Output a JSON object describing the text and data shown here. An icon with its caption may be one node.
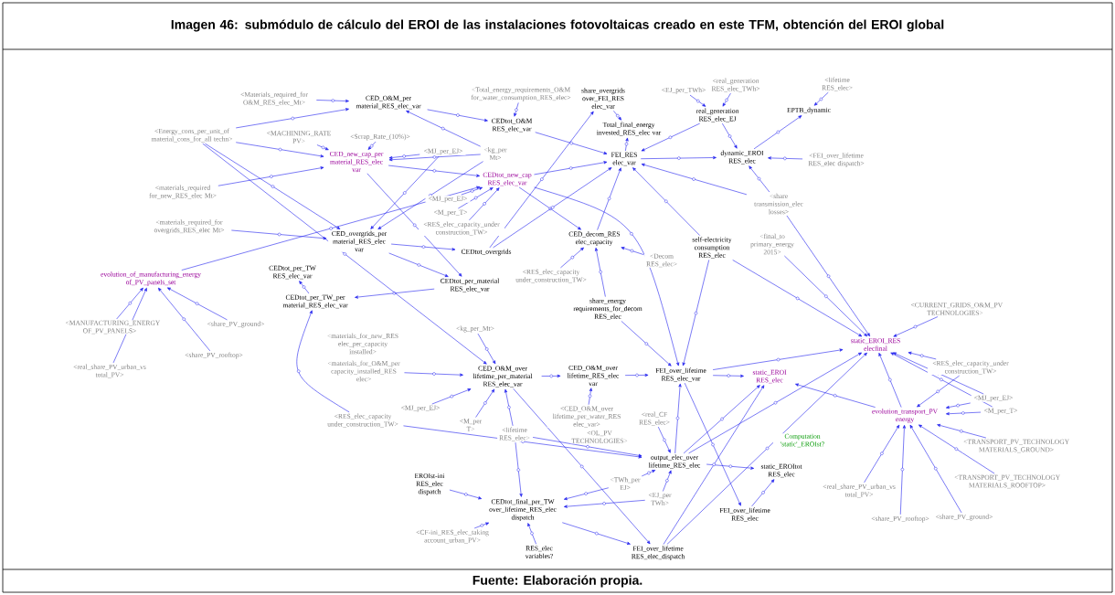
{
  "diagram": {
    "title": "Imagen  46: submódulo de cálculo del EROI de las instalaciones fotovoltaicas creado en este TFM, obtención del EROI global",
    "caption": "Fuente: Elaboración propia.",
    "nodes": [
      {
        "text": [
          "<Materials_required_for O&M_RES_elec_Mt>"
        ]
      },
      {
        "text": [
          "CED_O&M_per material_RES_elec_var"
        ]
      },
      {
        "text": [
          "<Total_energy_requirements_O&M for_water_consumption_RES_elec>"
        ]
      },
      {
        "text": [
          "share_overgrids over_FEI_RES elec_var"
        ]
      },
      {
        "text": [
          "<EJ_per_TWh>"
        ]
      },
      {
        "text": [
          "<real_generation RES_elec_TWh>"
        ]
      },
      {
        "text": [
          "<lifetime RES_elec>"
        ]
      },
      {
        "text": [
          "Total_final_energy invested_RES_elec var"
        ]
      },
      {
        "text": [
          "real_generation RES_elec_EJ"
        ]
      },
      {
        "text": [
          "EPTB_dynamic"
        ]
      },
      {
        "text": [
          "CEDtot_O&M RES_elec_var"
        ]
      },
      {
        "text": [
          "<Energy_cons_per_unit_of material_cons_for_all techn>"
        ]
      },
      {
        "text": [
          "<MACHINING_RATE PV>"
        ]
      },
      {
        "text": [
          "<Scrap_Rate_(10%)>"
        ]
      },
      {
        "text": [
          "<MJ_per_EJ>"
        ]
      },
      {
        "text": [
          "<kg_per Mt>"
        ]
      },
      {
        "text": [
          "CED_new_cap_per material_RES_elec var"
        ]
      },
      {
        "text": [
          "FEI_RES elec_var"
        ]
      },
      {
        "text": [
          "dynamic_EROI RES_elec"
        ]
      },
      {
        "text": [
          "<FEI_over_lifetime RES_elec dispatch>"
        ]
      },
      {
        "text": [
          "CEDtot_new_cap RES_elec_var"
        ]
      },
      {
        "text": [
          "<materials_required for_new_RES_elec Mt>"
        ]
      },
      {
        "text": [
          "<MJ_per_EJ>"
        ]
      },
      {
        "text": [
          "<M_per_T>"
        ]
      },
      {
        "text": [
          "<RES_elec_capacity_under construction_TW>"
        ]
      },
      {
        "text": [
          "<share transmission_elec losses>"
        ]
      },
      {
        "text": [
          "<materials_required_for overgrids_RES_elec Mt>"
        ]
      },
      {
        "text": [
          "CED_overgrids_per material_RES_elec var"
        ]
      },
      {
        "text": [
          "CEDtot_overgrids"
        ]
      },
      {
        "text": [
          "CED_decom_RES elec_capacity"
        ]
      },
      {
        "text": [
          "self-electricity consumption RES_elec"
        ]
      },
      {
        "text": [
          "<final_to primary_energy 2015>"
        ]
      },
      {
        "text": [
          "<Decom RES_elec>"
        ]
      },
      {
        "text": [
          "<RES_elec_capacity under_construction_TW>"
        ]
      },
      {
        "text": [
          "evolution_of_manufacturing_energy of_PV_panels_set"
        ]
      },
      {
        "text": [
          "CEDtot_per_TW RES_elec_var"
        ]
      },
      {
        "text": [
          "CEDtot_per_TW_per material_RES_elec_var"
        ]
      },
      {
        "text": [
          "CEDtot_per_material RES_elec_var"
        ]
      },
      {
        "text": [
          "share_energy requirements_for_decom RES_elec"
        ]
      },
      {
        "text": [
          "<MANUFACTURING_ENERGY OF_PV_PANELS>"
        ]
      },
      {
        "text": [
          "<share_PV_ground>"
        ]
      },
      {
        "text": [
          "<kg_per_Mt>"
        ]
      },
      {
        "text": [
          "<materials_for_new_RES elec_per_capacity installed>"
        ]
      },
      {
        "text": [
          "static_EROI_RES elecfinal"
        ]
      },
      {
        "text": [
          "<CURRENT_GRIDS_O&M_PV TECHNOLOGIES>"
        ]
      },
      {
        "text": [
          "<share_PV_rooftop>"
        ]
      },
      {
        "text": [
          "<real_share_PV_urban_vs total_PV>"
        ]
      },
      {
        "text": [
          "<materials_for_O&M_per capacity_installed_RES elec>"
        ]
      },
      {
        "text": [
          "CED_O&M_over lifetime_per_material RES_elec_var"
        ]
      },
      {
        "text": [
          "CED_O&M_over lifetime_RES_elec var"
        ]
      },
      {
        "text": [
          "FEI_over_lifetime RES_elec_var"
        ]
      },
      {
        "text": [
          "static_EROI RES_elec"
        ]
      },
      {
        "text": [
          "<RES_elec_capacity_under construction_TW>"
        ]
      },
      {
        "text": [
          "<MJ_per_EJ>"
        ]
      },
      {
        "text": [
          "<CED_O&M_over lifetime_per_water_RES elec_var>"
        ]
      },
      {
        "text": [
          "<MJ_per_EJ>"
        ]
      },
      {
        "text": [
          "<M_per_T>"
        ]
      },
      {
        "text": [
          "evolution_transport_PV energy"
        ]
      },
      {
        "text": [
          "<RES_elec_capacity under_construction_TW>"
        ]
      },
      {
        "text": [
          "<M_per T>"
        ]
      },
      {
        "text": [
          "<lifetime RES_elec>"
        ]
      },
      {
        "text": [
          "<OL_PV TECHNOLOGIES>"
        ]
      },
      {
        "text": [
          "<real_CF RES_elec>"
        ]
      },
      {
        "text": [
          "Computation 'static'_EROIst?"
        ]
      },
      {
        "text": [
          "<TRANSPORT_PV_TECHNOLOGY MATERIALS_GROUND>"
        ]
      },
      {
        "text": [
          "output_elec_over lifetime_RES_elec"
        ]
      },
      {
        "text": [
          "static_EROItot RES_elec"
        ]
      },
      {
        "text": [
          "<TRANSPORT_PV_TECHNOLOGY MATERIALS_ROOFTOP>"
        ]
      },
      {
        "text": [
          "EROIst-ini RES_elec dispatch"
        ]
      },
      {
        "text": [
          "<TWh_per EJ>"
        ]
      },
      {
        "text": [
          "<real_share_PV_urban_vs total_PV>"
        ]
      },
      {
        "text": [
          "<EJ_per TWh>"
        ]
      },
      {
        "text": [
          "CEDtot_final_per_TW over_lifetime_RES_elec dispatch"
        ]
      },
      {
        "text": [
          "FEI_over_lifetime RES_elec"
        ]
      },
      {
        "text": [
          "<share_PV_rooftop>"
        ]
      },
      {
        "text": [
          "<share_PV_ground>"
        ]
      },
      {
        "text": [
          "<CF-ini_RES_elec_taking account_urban_PV>"
        ]
      },
      {
        "text": [
          "FEI_over_lifetime RES_elec_dispatch"
        ]
      },
      {
        "text": [
          "RES_elec variables?"
        ]
      }
    ],
    "edges": [
      {
        "from": 0,
        "to": 1,
        "arrow": "to"
      },
      {
        "from": 11,
        "to": 1,
        "arrow": "to"
      },
      {
        "from": 15,
        "to": 1,
        "arrow": "to"
      },
      {
        "from": 1,
        "to": 10,
        "arrow": "to"
      },
      {
        "from": 2,
        "to": 10,
        "arrow": "to"
      },
      {
        "from": 10,
        "to": 17,
        "arrow": "to"
      },
      {
        "from": 11,
        "to": 16,
        "arrow": "to"
      },
      {
        "from": 12,
        "to": 16,
        "arrow": "to"
      },
      {
        "from": 13,
        "to": 16,
        "arrow": "to"
      },
      {
        "from": 14,
        "to": 16,
        "arrow": "to"
      },
      {
        "from": 15,
        "to": 16,
        "arrow": "to"
      },
      {
        "from": 21,
        "to": 16,
        "arrow": "to"
      },
      {
        "from": 16,
        "to": 20,
        "arrow": "to"
      },
      {
        "from": 22,
        "to": 20,
        "arrow": "to"
      },
      {
        "from": 23,
        "to": 20,
        "arrow": "to"
      },
      {
        "from": 24,
        "to": 20,
        "arrow": "to"
      },
      {
        "from": 20,
        "to": 17,
        "arrow": "to"
      },
      {
        "from": 20,
        "to": 29,
        "arrow": "to"
      },
      {
        "from": 20,
        "to": 50,
        "arrow": "to"
      },
      {
        "from": 28,
        "to": 17,
        "arrow": "to"
      },
      {
        "from": 28,
        "to": 3,
        "arrow": "to"
      },
      {
        "from": 3,
        "to": 7,
        "arrow": "to"
      },
      {
        "from": 17,
        "to": 7,
        "arrow": "to"
      },
      {
        "from": 29,
        "to": 17,
        "arrow": "to"
      },
      {
        "from": 30,
        "to": 17,
        "arrow": "to"
      },
      {
        "from": 25,
        "to": 17,
        "arrow": "to"
      },
      {
        "from": 8,
        "to": 17,
        "arrow": "to"
      },
      {
        "from": 4,
        "to": 8,
        "arrow": "to"
      },
      {
        "from": 5,
        "to": 8,
        "arrow": "to"
      },
      {
        "from": 8,
        "to": 18,
        "arrow": "to"
      },
      {
        "from": 17,
        "to": 18,
        "arrow": "to"
      },
      {
        "from": 18,
        "to": 9,
        "arrow": "to"
      },
      {
        "from": 6,
        "to": 9,
        "arrow": "to"
      },
      {
        "from": 19,
        "to": 18,
        "arrow": "to"
      },
      {
        "from": 25,
        "to": 18,
        "arrow": "to"
      },
      {
        "from": 26,
        "to": 27,
        "arrow": "to"
      },
      {
        "from": 11,
        "to": 27,
        "arrow": "to"
      },
      {
        "from": 14,
        "to": 27,
        "arrow": "to"
      },
      {
        "from": 15,
        "to": 27,
        "arrow": "to"
      },
      {
        "from": 27,
        "to": 28,
        "arrow": "to"
      },
      {
        "from": 27,
        "to": 37,
        "arrow": "to"
      },
      {
        "from": 16,
        "to": 37,
        "arrow": "to"
      },
      {
        "from": 37,
        "to": 36,
        "arrow": "to"
      },
      {
        "from": 58,
        "to": 36,
        "arrow": "to"
      },
      {
        "from": 36,
        "to": 35,
        "arrow": "to"
      },
      {
        "from": 39,
        "to": 34,
        "arrow": "to"
      },
      {
        "from": 40,
        "to": 34,
        "arrow": "to"
      },
      {
        "from": 45,
        "to": 34,
        "arrow": "to"
      },
      {
        "from": 46,
        "to": 34,
        "arrow": "to"
      },
      {
        "from": 34,
        "to": 20,
        "arrow": "to"
      },
      {
        "from": 32,
        "to": 29,
        "arrow": "to"
      },
      {
        "from": 33,
        "to": 29,
        "arrow": "to"
      },
      {
        "from": 38,
        "to": 29,
        "arrow": "to"
      },
      {
        "from": 38,
        "to": 50,
        "arrow": "to"
      },
      {
        "from": 11,
        "to": 48,
        "arrow": "to"
      },
      {
        "from": 47,
        "to": 48,
        "arrow": "to"
      },
      {
        "from": 41,
        "to": 48,
        "arrow": "to"
      },
      {
        "from": 53,
        "to": 48,
        "arrow": "to"
      },
      {
        "from": 59,
        "to": 48,
        "arrow": "to"
      },
      {
        "from": 60,
        "to": 48,
        "arrow": "to"
      },
      {
        "from": 48,
        "to": 49,
        "arrow": "to"
      },
      {
        "from": 54,
        "to": 49,
        "arrow": "to"
      },
      {
        "from": 49,
        "to": 50,
        "arrow": "to"
      },
      {
        "from": 50,
        "to": 51,
        "arrow": "to"
      },
      {
        "from": 50,
        "to": 43,
        "arrow": "to"
      },
      {
        "from": 30,
        "to": 50,
        "arrow": "to"
      },
      {
        "from": 31,
        "to": 43,
        "arrow": "to"
      },
      {
        "from": 25,
        "to": 43,
        "arrow": "to"
      },
      {
        "from": 30,
        "to": 43,
        "arrow": "to"
      },
      {
        "from": 65,
        "to": 50,
        "arrow": "to"
      },
      {
        "from": 62,
        "to": 65,
        "arrow": "to"
      },
      {
        "from": 60,
        "to": 65,
        "arrow": "to"
      },
      {
        "from": 58,
        "to": 65,
        "arrow": "to"
      },
      {
        "from": 69,
        "to": 65,
        "arrow": "to"
      },
      {
        "from": 71,
        "to": 65,
        "arrow": "to"
      },
      {
        "from": 65,
        "to": 51,
        "arrow": "to"
      },
      {
        "from": 65,
        "to": 66,
        "arrow": "to"
      },
      {
        "from": 73,
        "to": 66,
        "arrow": "to"
      },
      {
        "from": 50,
        "to": 73,
        "arrow": "to"
      },
      {
        "from": 65,
        "to": 43,
        "arrow": "to"
      },
      {
        "from": 77,
        "to": 43,
        "arrow": "to"
      },
      {
        "from": 57,
        "to": 43,
        "arrow": "to"
      },
      {
        "from": 57,
        "to": 51,
        "arrow": "to"
      },
      {
        "from": 44,
        "to": 43,
        "arrow": "to"
      },
      {
        "from": 52,
        "to": 43,
        "arrow": "to"
      },
      {
        "from": 55,
        "to": 43,
        "arrow": "to"
      },
      {
        "from": 56,
        "to": 43,
        "arrow": "to"
      },
      {
        "from": 52,
        "to": 57,
        "arrow": "to"
      },
      {
        "from": 55,
        "to": 57,
        "arrow": "to"
      },
      {
        "from": 56,
        "to": 57,
        "arrow": "to"
      },
      {
        "from": 64,
        "to": 57,
        "arrow": "to"
      },
      {
        "from": 67,
        "to": 57,
        "arrow": "to"
      },
      {
        "from": 70,
        "to": 57,
        "arrow": "to"
      },
      {
        "from": 74,
        "to": 57,
        "arrow": "to"
      },
      {
        "from": 75,
        "to": 57,
        "arrow": "to"
      },
      {
        "from": 68,
        "to": 72,
        "arrow": "to"
      },
      {
        "from": 60,
        "to": 72,
        "arrow": "to"
      },
      {
        "from": 76,
        "to": 72,
        "arrow": "to"
      },
      {
        "from": 69,
        "to": 72,
        "arrow": "to"
      },
      {
        "from": 71,
        "to": 72,
        "arrow": "to"
      },
      {
        "from": 72,
        "to": 77,
        "arrow": "to"
      },
      {
        "from": 78,
        "to": 72,
        "arrow": "to"
      },
      {
        "from": 48,
        "to": 77,
        "arrow": "to"
      },
      {
        "from": 77,
        "to": 51,
        "arrow": "to"
      }
    ]
  }
}
